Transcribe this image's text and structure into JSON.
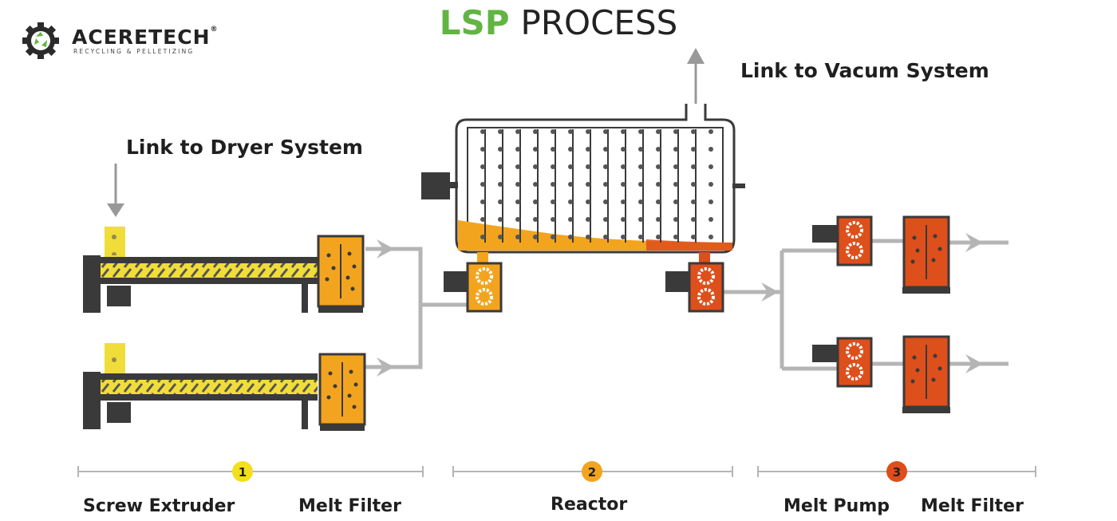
{
  "logo": {
    "name": "ACERETECH",
    "registered": "®",
    "tagline": "RECYCLING & PELLETIZING",
    "icon": "recycling-gear-icon"
  },
  "title": {
    "part1": "LSP",
    "part2": "PROCESS"
  },
  "annotations": {
    "dryer": "Link to Dryer System",
    "vacuum": "Link to Vacum System"
  },
  "steps": [
    {
      "number": "1",
      "color": "#f3e01c"
    },
    {
      "number": "2",
      "color": "#f2a41f"
    },
    {
      "number": "3",
      "color": "#de4d1a"
    }
  ],
  "labels": {
    "screw_extruder": "Screw Extruder",
    "melt_filter_1": "Melt Filter",
    "reactor": "Reactor",
    "melt_pump": "Melt Pump",
    "melt_filter_2": "Melt Filter"
  },
  "colors": {
    "hopper_yellow": "#f1dd3a",
    "orange": "#f3a41f",
    "red_orange": "#dd4f1b",
    "dark_gray": "#3a3a3a",
    "pipe_gray": "#b5b5b5",
    "brand_green": "#62b543"
  }
}
